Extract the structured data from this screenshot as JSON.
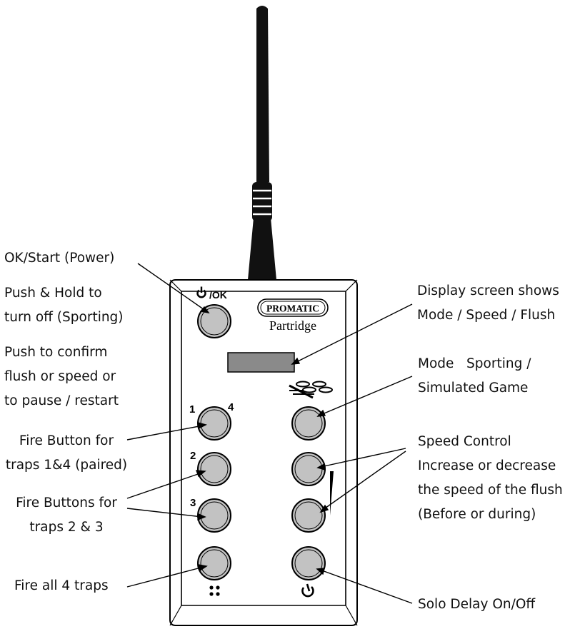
{
  "device": {
    "brand": "PROMATIC",
    "model": "Partridge",
    "power_icon_label": "/OK",
    "trap_numbers": [
      "1",
      "4",
      "2",
      "3"
    ]
  },
  "labels": {
    "ok_start_title": "OK/Start (Power)",
    "push_hold_line1": "Push & Hold to",
    "push_hold_line2": "turn off (Sporting)",
    "push_confirm_line1": "Push to confirm",
    "push_confirm_line2": "flush or speed or",
    "push_confirm_line3": "to pause / restart",
    "fire_14_line1": "Fire Button for",
    "fire_14_line2": "traps 1&4 (paired)",
    "fire_23_line1": "Fire Buttons for",
    "fire_23_line2": "traps 2 & 3",
    "fire_all": "Fire all 4 traps",
    "display_line1": "Display screen shows",
    "display_line2": "Mode / Speed / Flush",
    "mode_line1": "Mode   Sporting /",
    "mode_line2": "Simulated Game",
    "speed_line1": "Speed Control",
    "speed_line2": "Increase or decrease",
    "speed_line3": "the speed of the flush",
    "speed_line4": "(Before or during)",
    "solo_delay": "Solo Delay On/Off"
  },
  "icons": {
    "power": "power-icon",
    "mode": "clay-targets-icon",
    "speed": "speed-wedge-icon",
    "fire_all": "four-dots-icon",
    "solo_delay": "timer-icon"
  },
  "colors": {
    "button_fill": "#c2c2c2",
    "display_fill": "#8a8a8a",
    "antenna": "#111111",
    "outline": "#000000"
  }
}
